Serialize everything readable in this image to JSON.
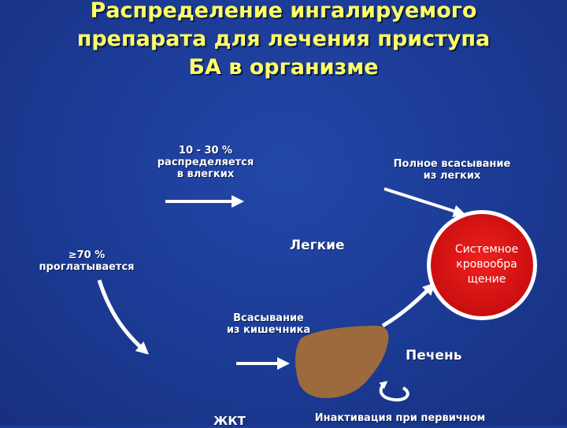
{
  "title": {
    "line1": "Распределение ингалируемого",
    "line2": "препарата для лечения приступа",
    "line3": "БА в организме"
  },
  "labels": {
    "lungs_distribution": {
      "line1": "10 - 30 %",
      "line2": "распределяется",
      "line3": "в влегких"
    },
    "full_absorption": {
      "line1": "Полное всасывание",
      "line2": "из легких"
    },
    "swallowed": {
      "line1": "≥70 %",
      "line2": "проглатывается"
    },
    "intestinal_absorption": {
      "line1": "Всасывание",
      "line2": "из кишечника"
    },
    "inactivation": "Инактивация при первичном"
  },
  "organs": {
    "lungs": "Легкие",
    "liver": "Печень",
    "gi_tract": "ЖКТ"
  },
  "systemic_circulation": {
    "line1": "Системное",
    "line2": "кровообра",
    "line3": "щение"
  },
  "colors": {
    "background": "#1b3a94",
    "title": "#ffff66",
    "circle": "#e01818",
    "liver": "#9c6a3c",
    "arrow": "#ffffff"
  }
}
